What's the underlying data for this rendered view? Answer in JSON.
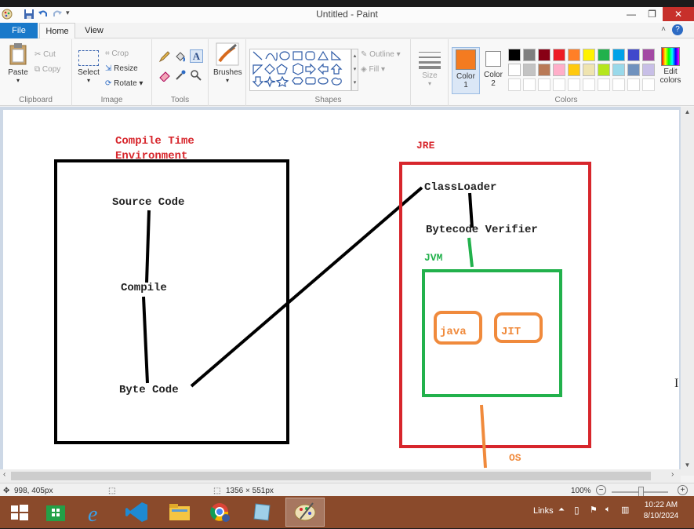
{
  "window": {
    "title": "Untitled - Paint"
  },
  "tabs": {
    "file": "File",
    "home": "Home",
    "view": "View"
  },
  "ribbon": {
    "clipboard": {
      "label": "Clipboard",
      "paste": "Paste",
      "cut": "Cut",
      "copy": "Copy"
    },
    "image": {
      "label": "Image",
      "select": "Select",
      "crop": "Crop",
      "resize": "Resize",
      "rotate": "Rotate"
    },
    "tools": {
      "label": "Tools"
    },
    "brushes": {
      "label": "Brushes"
    },
    "shapes": {
      "label": "Shapes",
      "outline": "Outline",
      "fill": "Fill"
    },
    "size": {
      "label": "Size"
    },
    "colors": {
      "label": "Colors",
      "color1_line1": "Color",
      "color1_line2": "1",
      "color2_line1": "Color",
      "color2_line2": "2",
      "edit_line1": "Edit",
      "edit_line2": "colors",
      "color1_value": "#f47b20",
      "color2_value": "#ffffff",
      "palette_row1": [
        "#000000",
        "#7f7f7f",
        "#880015",
        "#ed1c24",
        "#ff7f27",
        "#fff200",
        "#22b14c",
        "#00a2e8",
        "#3f48cc",
        "#a349a4"
      ],
      "palette_row2": [
        "#ffffff",
        "#c3c3c3",
        "#b97a57",
        "#ffaec9",
        "#ffc90e",
        "#efe4b0",
        "#b5e61d",
        "#99d9ea",
        "#7092be",
        "#c8bfe7"
      ]
    }
  },
  "canvas": {
    "compile_title_line1": "Compile Time",
    "compile_title_line2": "Environment",
    "source_code": "Source Code",
    "compile": "Compile",
    "byte_code": "Byte Code",
    "jre": "JRE",
    "classloader": "ClassLoader",
    "bytecode_verifier": "Bytecode Verifier",
    "jvm": "JVM",
    "java": "java",
    "jit": "JIT",
    "os": "OS",
    "colors": {
      "red": "#d7262c",
      "green": "#22b14c",
      "orange": "#f08a3c",
      "black": "#000000"
    }
  },
  "status": {
    "cursor_pos": "998, 405px",
    "image_size": "1356 × 551px",
    "zoom": "100%"
  },
  "taskbar": {
    "links": "Links",
    "time": "10:22 AM",
    "date": "8/10/2024"
  }
}
